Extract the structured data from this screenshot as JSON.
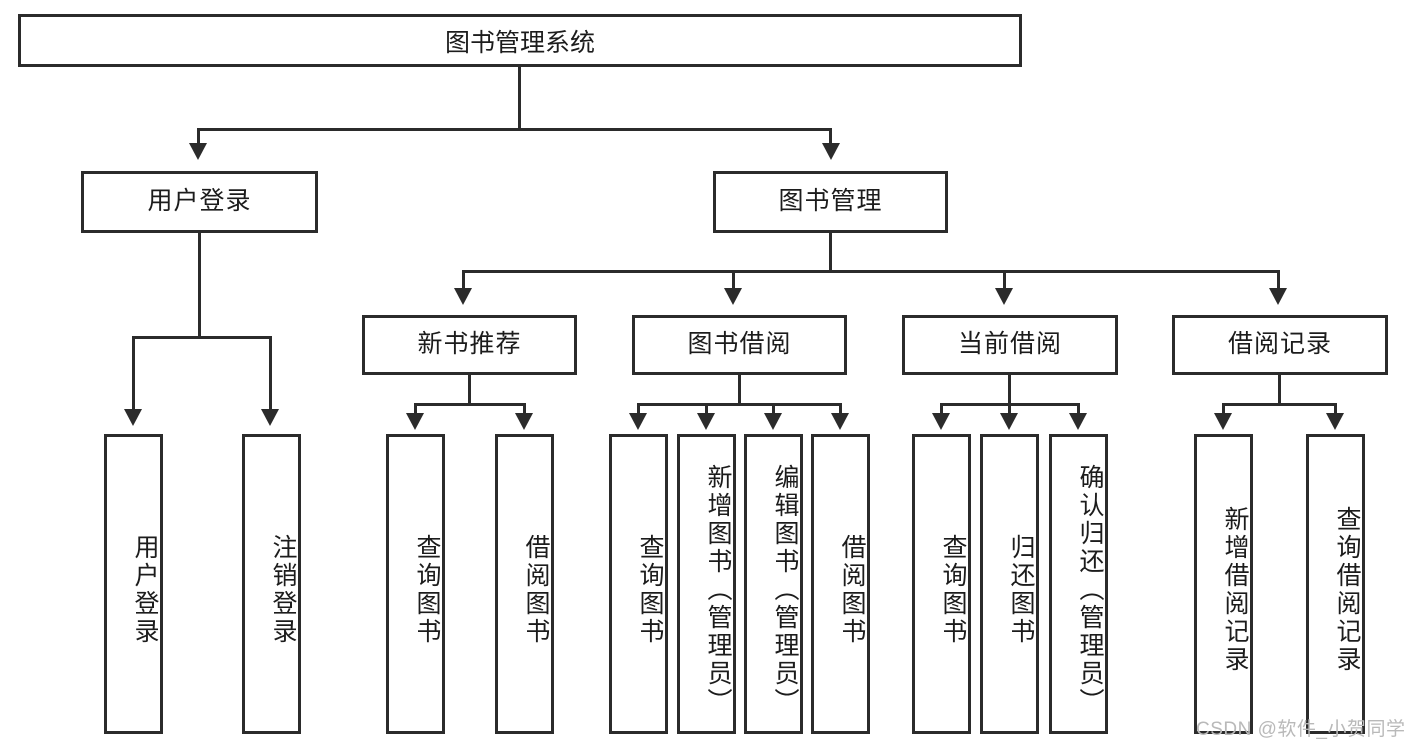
{
  "diagram": {
    "type": "hierarchy-tree",
    "title": "图书管理系统",
    "orientation": "top-down",
    "levels": 4
  },
  "root": {
    "label": "图书管理系统"
  },
  "level2": [
    {
      "id": "user-login",
      "label": "用户登录"
    },
    {
      "id": "book-management",
      "label": "图书管理"
    }
  ],
  "level3": [
    {
      "id": "new-book-recommend",
      "label": "新书推荐"
    },
    {
      "id": "book-borrow",
      "label": "图书借阅"
    },
    {
      "id": "current-borrow",
      "label": "当前借阅"
    },
    {
      "id": "borrow-record",
      "label": "借阅记录"
    }
  ],
  "leaves": {
    "user_login": [
      {
        "id": "leaf-user-login",
        "label": "用户登录"
      },
      {
        "id": "leaf-logout-login",
        "label": "注销登录"
      }
    ],
    "new_book_recommend": [
      {
        "id": "leaf-query-book-1",
        "label": "查询图书"
      },
      {
        "id": "leaf-borrow-book-1",
        "label": "借阅图书"
      }
    ],
    "book_borrow": [
      {
        "id": "leaf-query-book-2",
        "label": "查询图书"
      },
      {
        "id": "leaf-add-book-admin",
        "label": "新增图书（管理员）"
      },
      {
        "id": "leaf-edit-book-admin",
        "label": "编辑图书（管理员）"
      },
      {
        "id": "leaf-borrow-book-2",
        "label": "借阅图书"
      }
    ],
    "current_borrow": [
      {
        "id": "leaf-query-book-3",
        "label": "查询图书"
      },
      {
        "id": "leaf-return-book",
        "label": "归还图书"
      },
      {
        "id": "leaf-confirm-return-admin",
        "label": "确认归还（管理员）"
      }
    ],
    "borrow_record": [
      {
        "id": "leaf-add-borrow-record",
        "label": "新增借阅记录"
      },
      {
        "id": "leaf-query-borrow-record",
        "label": "查询借阅记录"
      }
    ]
  },
  "watermark": {
    "text": "CSDN @软件_小贺同学"
  },
  "colors": {
    "stroke": "#2b2b2b",
    "fill": "#ffffff",
    "text": "#1c1c1c",
    "watermark": "#b9b9b9"
  }
}
